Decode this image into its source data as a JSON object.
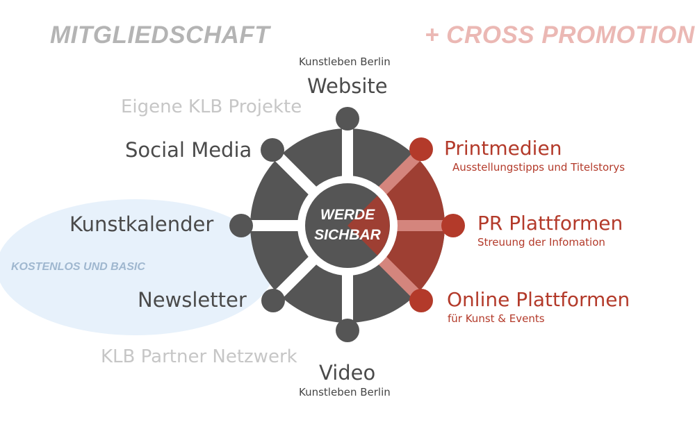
{
  "headers": {
    "membership": "MITGLIEDSCHAFT",
    "cross_promotion": "+ CROSS PROMOTION"
  },
  "center": {
    "line1": "WERDE",
    "line2": "SICHBAR"
  },
  "membership_channels": {
    "website_caption": "Kunstleben Berlin",
    "website": "Website",
    "social_media": "Social Media",
    "calendar": "Kunstkalender",
    "newsletter": "Newsletter",
    "video": "Video",
    "video_caption": "Kunstleben Berlin"
  },
  "context_labels": {
    "own_projects": "Eigene KLB Projekte",
    "partner_network": "KLB Partner Netzwerk",
    "free_basic": "KOSTENLOS UND BASIC"
  },
  "cross_promotion_channels": {
    "print": "Printmedien",
    "print_sub": "Ausstellungstipps und Titelstorys",
    "pr": "PR Plattformen",
    "pr_sub": "Streuung der Infomation",
    "online": "Online Plattformen",
    "online_sub": "für Kunst & Events"
  },
  "colors": {
    "wheel": "#555555",
    "accent": "#b33a2a",
    "accent_overlay": "#b33a2a",
    "highlight_zone": "#e7f1fb",
    "header_grey": "#b4b4b4",
    "header_pink": "#ebb8b4"
  }
}
